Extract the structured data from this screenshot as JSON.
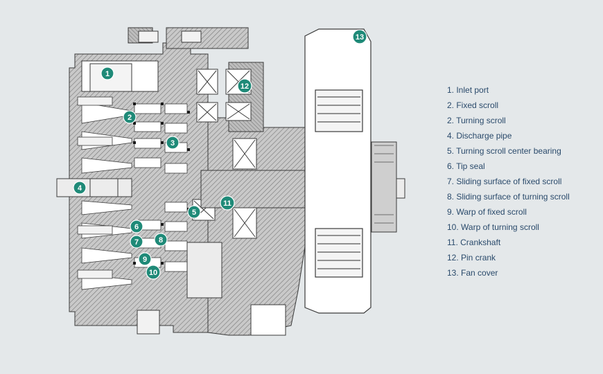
{
  "legend": [
    "1. Inlet port",
    "2. Fixed scroll",
    "2. Turning scroll",
    "4. Discharge pipe",
    "5. Turning scroll center bearing",
    "6. Tip seal",
    "7. Sliding surface of fixed scroll",
    "8. Sliding surface of turning scroll",
    "9. Warp of fixed scroll",
    "10. Warp of turning scroll",
    "11. Crankshaft",
    "12. Pin crank",
    "13. Fan cover"
  ],
  "callouts": [
    "1",
    "2",
    "3",
    "4",
    "5",
    "6",
    "7",
    "8",
    "9",
    "10",
    "11",
    "12",
    "13"
  ],
  "colors": {
    "badge": "#1f8a78",
    "legend_text": "#2a4a6b",
    "background": "#e4e8ea",
    "hatch": "#8a8a8a",
    "outline": "#3a3a3a"
  }
}
